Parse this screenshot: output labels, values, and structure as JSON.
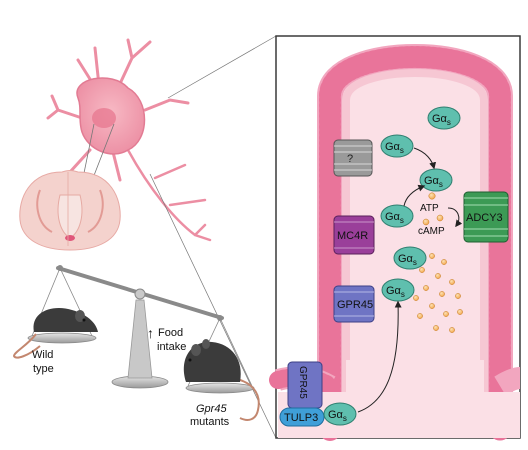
{
  "labels": {
    "unknown_receptor": "?",
    "mc4r": "MC4R",
    "gpr45_membrane": "GPR45",
    "gpr45_base": "GPR45",
    "tulp3": "TULP3",
    "adcy3": "ADCY3",
    "atp": "ATP",
    "camp": "cAMP",
    "galpha_main": "Gα",
    "galpha_sub": "s",
    "food_intake_arrow": "↑",
    "food_intake_line1": "Food",
    "food_intake_line2": "intake",
    "wild_type_line1": "Wild",
    "wild_type_line2": "type",
    "mutant_gene": "Gpr45",
    "mutant_word": "mutants"
  },
  "colors": {
    "membrane_pink": "#e9749a",
    "cilium_interior": "#fbe0e6",
    "galpha_teal": "#5fbfae",
    "mc4r_purple": "#9a3f9a",
    "gpr45_blue": "#6f74c4",
    "adcy3_green": "#3c9a55",
    "unknown_gray": "#8f8f8f",
    "tulp3_blue": "#3f9fd8",
    "neuron_pink": "#ee9cae",
    "brain_pink": "#f2c7c3",
    "mouse_dark": "#3a3a3a",
    "scale_gray": "#b8b8b8",
    "camp_orange": "#f3a245"
  }
}
